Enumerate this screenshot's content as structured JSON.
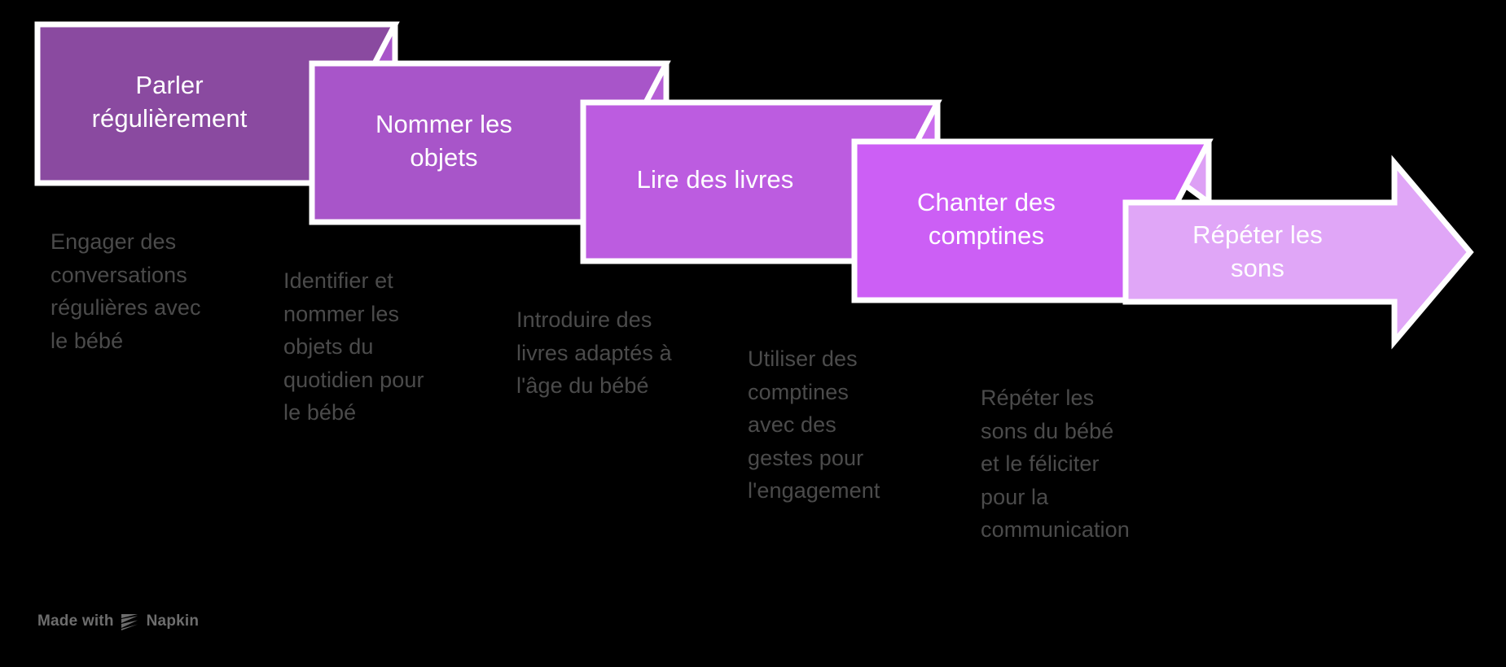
{
  "meta": {
    "background_color": "#000000",
    "title_text_color": "#ffffff",
    "caption_text_color": "#4b4b4b",
    "outline_color": "#ffffff",
    "diagram_type": "staircase-chevron-process-arrow"
  },
  "steps": [
    {
      "index": 1,
      "title": "Parler\nrégulièrement",
      "caption": "Engager des\nconversations\nrégulières avec\nle bébé",
      "body_color": "#8a4aa0",
      "fold_color": "#a855c9"
    },
    {
      "index": 2,
      "title": "Nommer les\nobjets",
      "caption": "Identifier et\nnommer les\nobjets du\nquotidien pour\nle bébé",
      "body_color": "#a855c9",
      "fold_color": "#b65fd6"
    },
    {
      "index": 3,
      "title": "Lire des livres",
      "caption": "Introduire des\nlivres adaptés à\nl'âge du bébé",
      "body_color": "#bc5ce0",
      "fold_color": "#c96cec"
    },
    {
      "index": 4,
      "title": "Chanter des\ncomptines",
      "caption": "Utiliser des\ncomptines\navec des\ngestes pour\nl'engagement",
      "body_color": "#cc5ff5",
      "fold_color": "#dda0f5"
    },
    {
      "index": 5,
      "title": "Répéter les\nsons",
      "caption": "Répéter les\nsons du bébé\net le féliciter\npour la\ncommunication",
      "body_color": "#e0a6f7",
      "fold_color": "#e0a6f7"
    }
  ],
  "footer": {
    "prefix": "Made with",
    "brand": "Napkin",
    "logo_icon": "napkin-logo-icon"
  }
}
